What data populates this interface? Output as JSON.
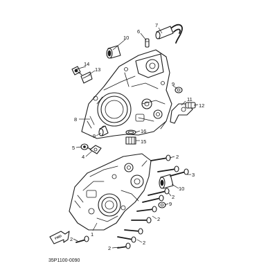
{
  "labels": {
    "p1": "1",
    "p2": "2",
    "p3": "3",
    "p4": "4",
    "p5": "5",
    "p6": "6",
    "p7": "7",
    "p8": "8",
    "p9": "9",
    "p10": "10",
    "p11": "11",
    "p12": "12",
    "p13": "13",
    "p14": "14",
    "p15": "15",
    "p16": "16"
  },
  "fwd_arrow": "FWD",
  "diagram_code": "35P1100-0090",
  "colors": {
    "ink": "#1a1a1a",
    "paper": "#ffffff"
  }
}
